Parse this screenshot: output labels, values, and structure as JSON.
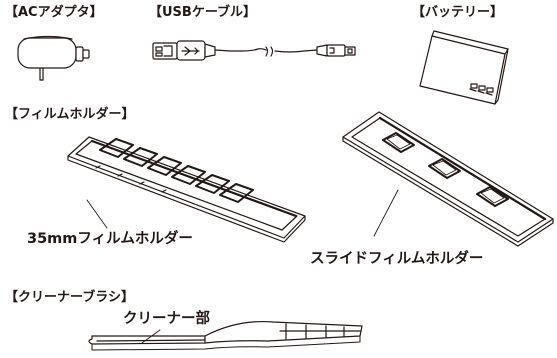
{
  "accessories": {
    "ac_adapter": {
      "label": "【ACアダプタ】"
    },
    "usb_cable": {
      "label": "【USBケーブル】"
    },
    "battery": {
      "label": "【バッテリー】"
    },
    "film_holders": {
      "label": "【フィルムホルダー】",
      "film_35mm": {
        "label": "35mmフィルムホルダー"
      },
      "slide": {
        "label": "スライドフィルムホルダー"
      }
    },
    "cleaner_brush": {
      "label": "【クリーナーブラシ】",
      "cleaner_part": {
        "label": "クリーナー部"
      }
    }
  },
  "colors": {
    "line": "#231815",
    "background": "#ffffff"
  }
}
